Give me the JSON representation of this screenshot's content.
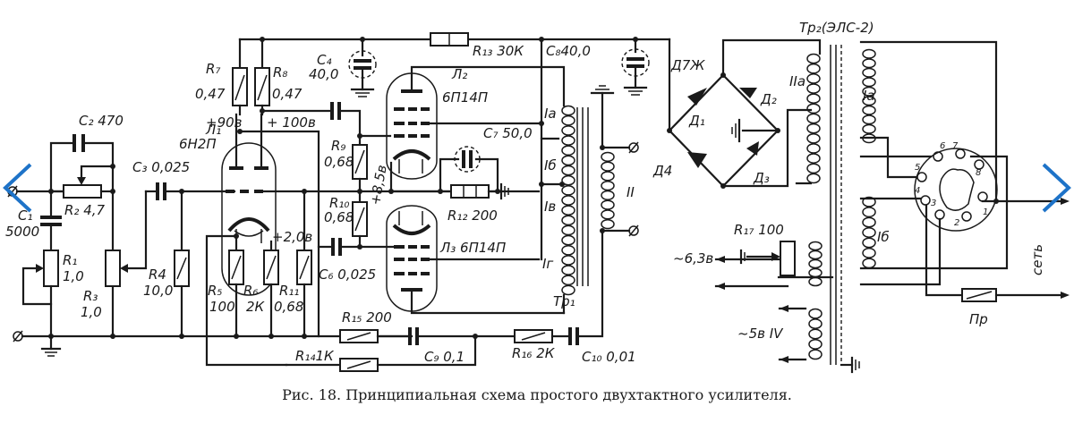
{
  "figure": {
    "caption": "Рис. 18. Принципиальная схема простого  двухтактного усилителя.",
    "type": "electrical-schematic"
  },
  "viewer": {
    "prev_icon": "chevron-left-icon",
    "next_icon": "chevron-right-icon",
    "accent_color": "#1e73c8"
  },
  "labels": {
    "C1": "C₁",
    "C1_val": "5000",
    "C2": "C₂ 470",
    "C3": "C₃ 0,025",
    "C4": "C₄",
    "C4_val": "40,0",
    "C6": "C₆ 0,025",
    "C7": "C₇ 50,0",
    "C8": "C₈40,0",
    "C9": "C₉ 0,1",
    "C10": "C₁₀ 0,01",
    "R1": "R₁",
    "R1_val": "1,0",
    "R2": "R₂ 4,7",
    "R3": "R₃",
    "R3_val": "1,0",
    "R4": "R4",
    "R4_val": "10,0",
    "R5": "R₅",
    "R5_val": "100",
    "R6": "R₆",
    "R6_val": "2К",
    "R7": "R₇",
    "R7_val": "0,47",
    "R8": "R₈",
    "R8_val": "0,47",
    "R9": "R₉",
    "R9_val": "0,68",
    "R10": "R₁₀",
    "R10_val": "0,68",
    "R11": "R₁₁",
    "R11_val": "0,68",
    "R12": "R₁₂ 200",
    "R13": "R₁₃ 30К",
    "R14": "R₁₄1К",
    "R15": "R₁₅ 200",
    "R16": "R₁₆ 2К",
    "R17": "R₁₇ 100",
    "L1": "Л₁",
    "L1_type": "6Н2П",
    "L2": "Л₂",
    "L2_type": "6П14П",
    "L3": "Л₃ 6П14П",
    "V90": "+90в",
    "V100": "+ 100в",
    "V85": "+8,5в",
    "V2": "+2,0в",
    "Ia": "Iа",
    "Ib": "Iб",
    "Iv": "Iв",
    "Ig": "Iг",
    "II": "II",
    "Tr1": "Тр₁",
    "Tr2": "Тр₂(ЭЛС-2)",
    "D7Zh": "Д7Ж",
    "D1": "Д₁",
    "D2": "Д₂",
    "D3": "Д₃",
    "D4": "Д4",
    "IIa": "IIа",
    "T2_Ia": "Iа",
    "T2_Ib": "Iб",
    "V63": "~6,3в",
    "V5": "~5в IV",
    "Pr": "Пр",
    "set": "сеть",
    "pin1": "1",
    "pin2": "2",
    "pin3": "3",
    "pin4": "4",
    "pin5": "5",
    "pin6": "6",
    "pin7": "7",
    "pin8": "8"
  }
}
